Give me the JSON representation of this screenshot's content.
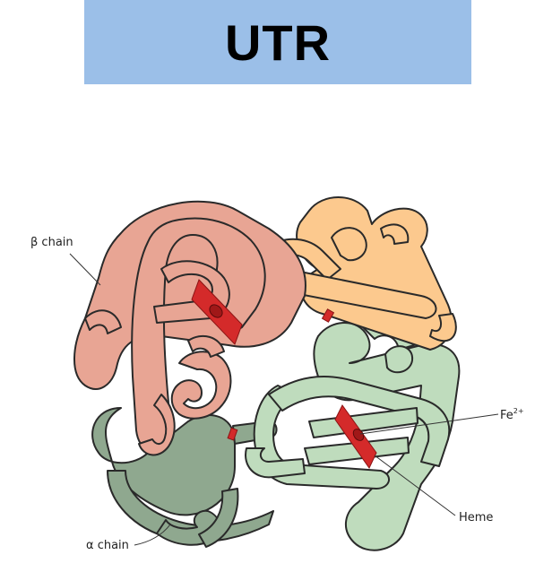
{
  "title": "UTR",
  "labels": {
    "beta_chain": "β chain",
    "alpha_chain": "α chain",
    "iron": "Fe",
    "iron_charge": "2+",
    "heme": "Heme"
  },
  "colors": {
    "banner": "#9bbfe8",
    "beta_chain_pink": "#e8a594",
    "beta_chain_orange": "#fcc98e",
    "alpha_chain_green_light": "#bfdcbd",
    "alpha_chain_green_dark": "#8fa88f",
    "heme": "#d42a2a"
  }
}
